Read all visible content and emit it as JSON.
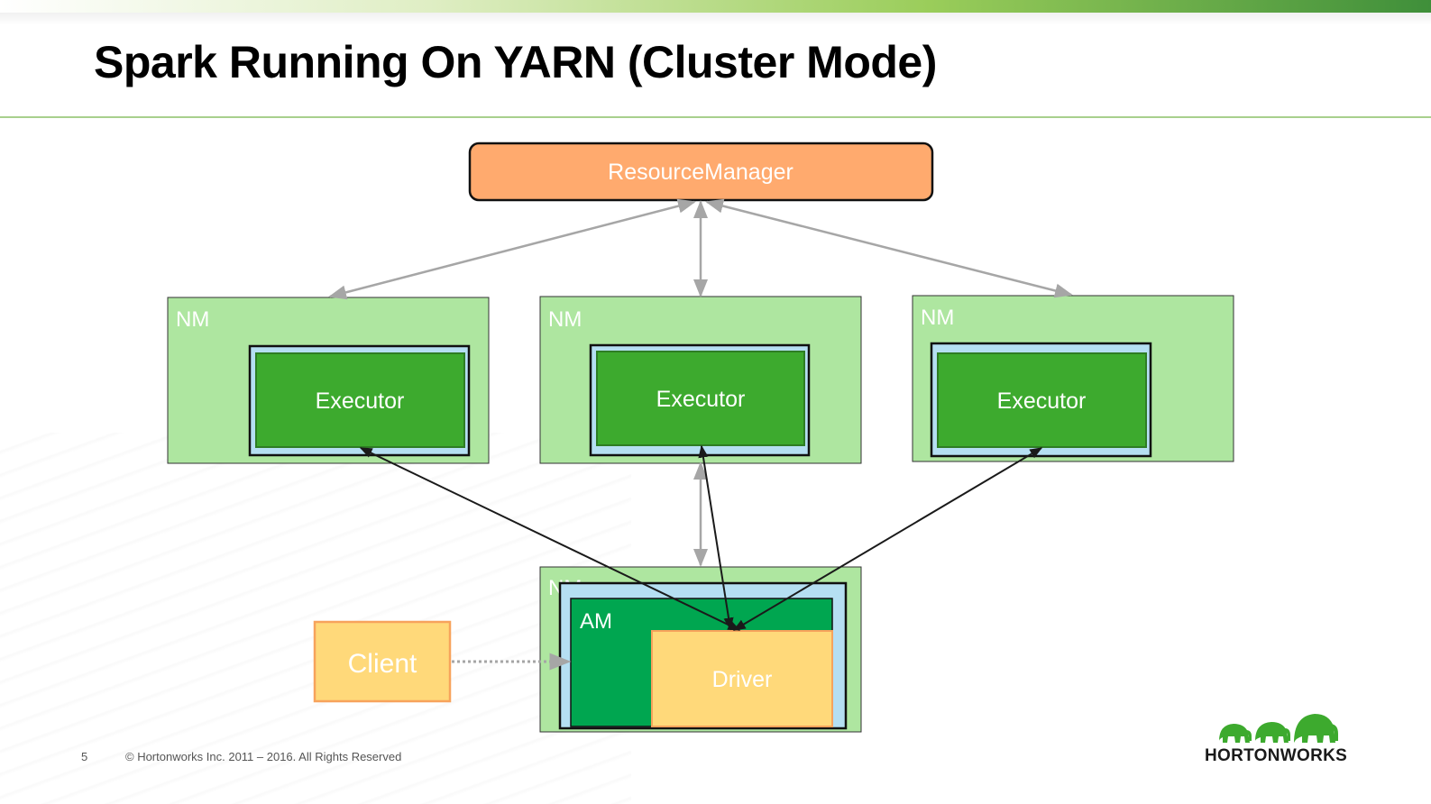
{
  "slide": {
    "title": "Spark Running On YARN (Cluster Mode)",
    "page_number": "5",
    "copyright": "© Hortonworks Inc. 2011 – 2016. All Rights Reserved",
    "logo_text": "HORTONWORKS"
  },
  "diagram": {
    "resource_manager": "ResourceManager",
    "node_managers": [
      {
        "label": "NM",
        "container": "Executor"
      },
      {
        "label": "NM",
        "container": "Executor"
      },
      {
        "label": "NM",
        "container": "Executor"
      }
    ],
    "am_node": {
      "label": "NM",
      "am_label": "AM",
      "driver_label": "Driver"
    },
    "client": "Client"
  },
  "colors": {
    "rm_fill": "#ffaa6e",
    "nm_fill": "#aee6a0",
    "container_fill": "#b5dff2",
    "executor_fill": "#3daa2e",
    "am_fill": "#00a650",
    "driver_fill": "#ffd97a",
    "client_fill": "#ffd97a",
    "client_border": "#f7a35c"
  }
}
